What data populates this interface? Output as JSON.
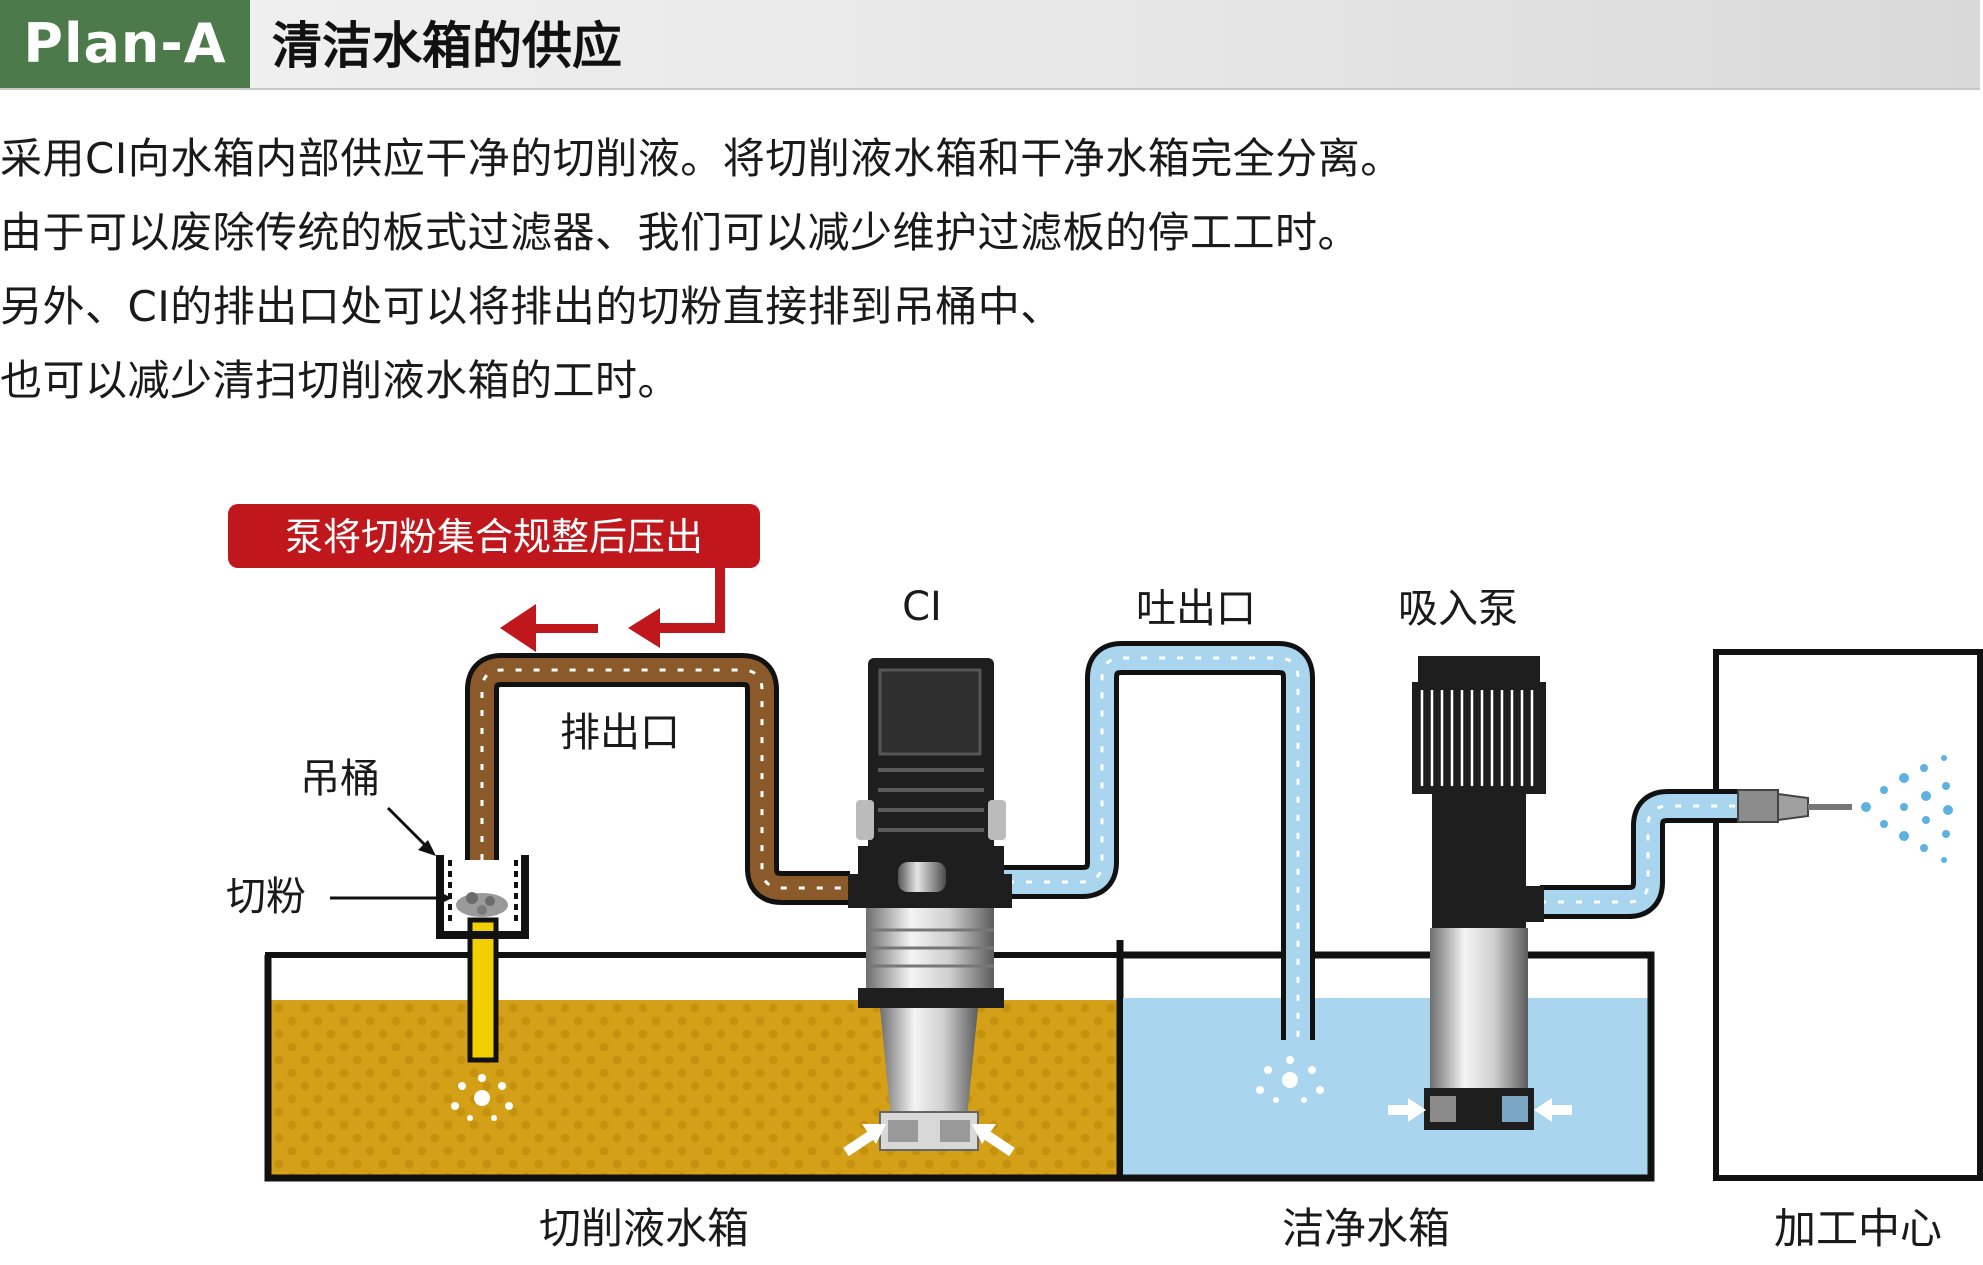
{
  "header": {
    "plan": "Plan-A",
    "title": "清洁水箱的供应"
  },
  "intro": [
    "采用CI向水箱内部供应干净的切削液。将切削液水箱和干净水箱完全分离。",
    "由于可以废除传统的板式过滤器、我们可以减少维护过滤板的停工工时。",
    "另外、CI的排出口处可以将排出的切粉直接排到吊桶中、",
    "也可以减少清扫切削液水箱的工时。"
  ],
  "diagram": {
    "banner": "泵将切粉集合规整后压出",
    "labels": {
      "ci": "CI",
      "outlet": "吐出口",
      "suction_pump": "吸入泵",
      "discharge": "排出口",
      "bucket": "吊桶",
      "chips": "切粉",
      "coolant_tank": "切削液水箱",
      "clean_tank": "洁净水箱",
      "machining_center": "加工中心"
    }
  },
  "colors": {
    "plan_tag": "#4d7a4a",
    "banner": "#c0171d",
    "dirty_coolant": "#d4a017",
    "dirty_pipe": "#8b5a2b",
    "clean_water": "#a9d5ee",
    "clean_pipe": "#7fbfe6"
  },
  "icons": [
    "arrow-left-icon",
    "pump-motor-icon",
    "nozzle-icon"
  ]
}
